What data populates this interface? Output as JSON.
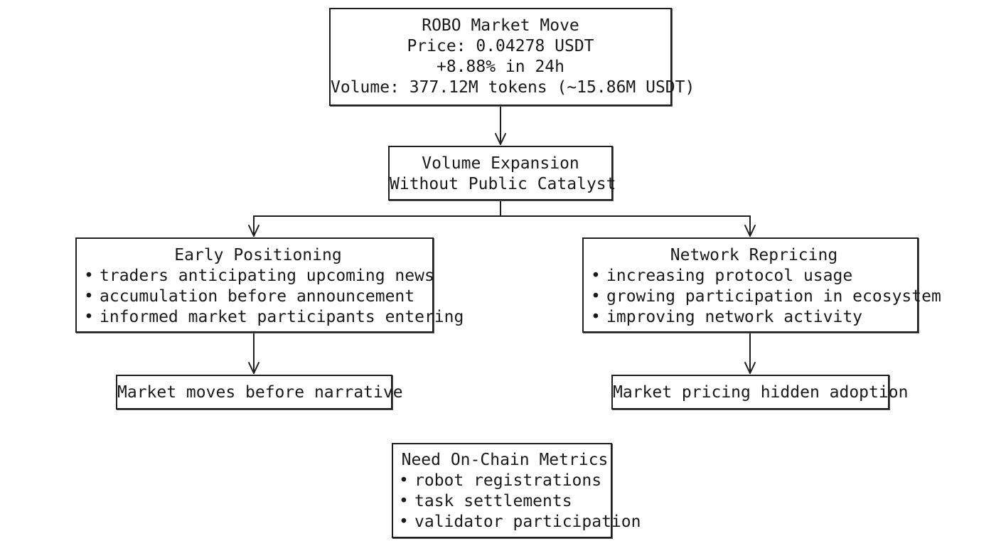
{
  "diagram": {
    "top": {
      "lines": [
        "ROBO Market Move",
        "Price: 0.04278 USDT",
        "+8.88% in 24h",
        "Volume: 377.12M tokens (~15.86M USDT)"
      ]
    },
    "middle": {
      "lines": [
        "Volume Expansion",
        "Without Public Catalyst"
      ]
    },
    "left": {
      "title": "Early Positioning",
      "items": [
        "traders anticipating upcoming news",
        "accumulation before announcement",
        "informed market participants entering"
      ]
    },
    "right": {
      "title": "Network Repricing",
      "items": [
        "increasing protocol usage",
        "growing participation in ecosystem",
        "improving network activity"
      ]
    },
    "left_outcome": {
      "text": "Market moves before narrative"
    },
    "right_outcome": {
      "text": "Market pricing hidden adoption"
    },
    "bottom": {
      "title": "Need On-Chain Metrics",
      "items": [
        "robot registrations",
        "task settlements",
        "validator participation"
      ]
    }
  }
}
